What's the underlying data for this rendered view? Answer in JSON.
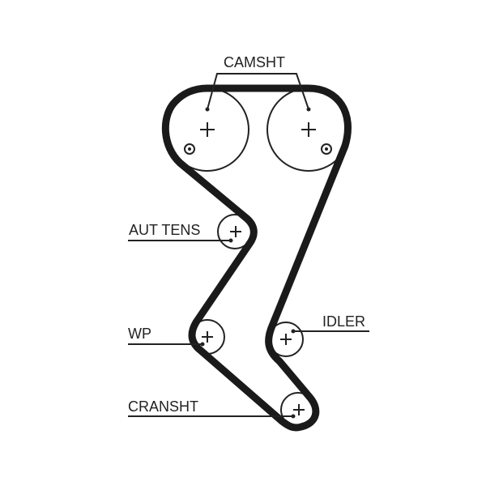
{
  "labels": {
    "camshaft": "CAMSHT",
    "auto_tensioner": "AUT TENS",
    "water_pump": "WP",
    "idler": "IDLER",
    "crankshaft": "CRANSHT"
  },
  "colors": {
    "line": "#1a1a1a",
    "background": "#ffffff"
  }
}
